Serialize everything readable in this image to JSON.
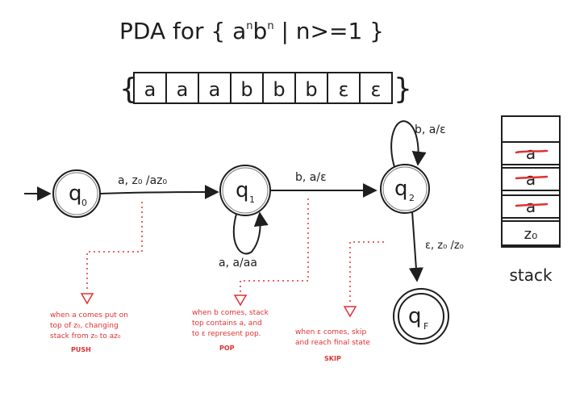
{
  "title": {
    "prefix": "PDA for { a",
    "sup1": "n",
    "middle": "b",
    "sup2": "n",
    "suffix": " | n>=1 }"
  },
  "tape": {
    "left_brace": "{",
    "right_brace": "}",
    "cells": [
      "a",
      "a",
      "a",
      "b",
      "b",
      "b",
      "ε",
      "ε"
    ]
  },
  "states": [
    {
      "id": "q0",
      "main": "q",
      "sub": "0",
      "final": false
    },
    {
      "id": "q1",
      "main": "q",
      "sub": "1",
      "final": false
    },
    {
      "id": "q2",
      "main": "q",
      "sub": "2",
      "final": false
    },
    {
      "id": "qF",
      "main": "q",
      "sub": "F",
      "final": true
    }
  ],
  "transitions": {
    "q0_q1": "a, z₀ /az₀",
    "q1_loop": "a, a/aa",
    "q1_q2": "b, a/ε",
    "q2_loop": "b, a/ε",
    "q2_qF": "ε, z₀ /z₀"
  },
  "stack": {
    "cells": [
      "a",
      "a",
      "a",
      "z₀"
    ],
    "crossed": [
      true,
      true,
      true,
      false
    ],
    "label": "stack"
  },
  "notes": {
    "push": {
      "lines": [
        "when a comes put on",
        "top of z₀, changing",
        "stack from z₀ to az₀"
      ],
      "tag": "PUSH"
    },
    "pop": {
      "lines": [
        "when b comes, stack",
        "top contains a, and",
        "to ε represent pop."
      ],
      "tag": "POP"
    },
    "skip": {
      "lines": [
        "when ε comes, skip",
        "and reach final state"
      ],
      "tag": "SKIP"
    }
  },
  "colors": {
    "ink": "#1e1e1e",
    "annotation": "#e03131"
  }
}
